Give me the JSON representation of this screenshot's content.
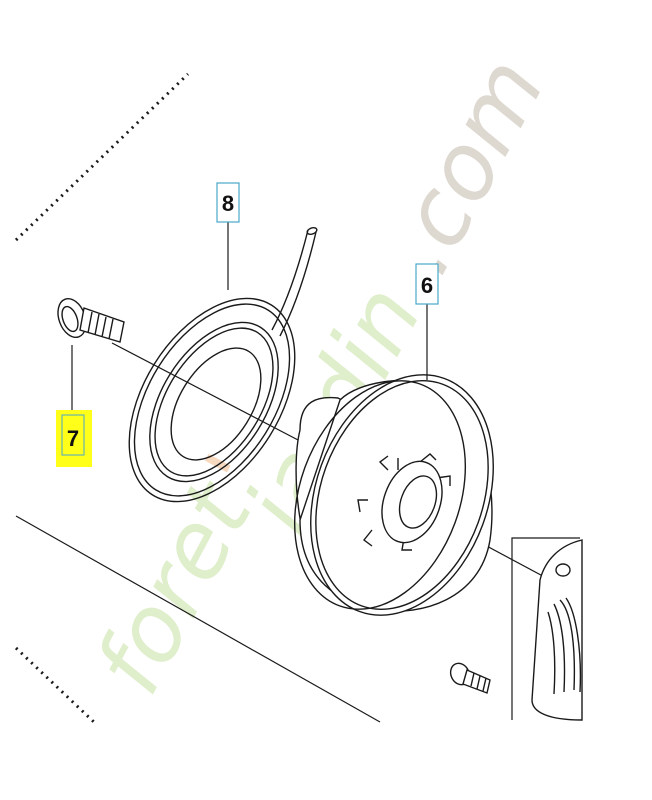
{
  "callouts": {
    "part_8": "8",
    "part_6": "6",
    "part_7": "7"
  },
  "watermark": {
    "green_part": "foret",
    "apostrophe": "'",
    "green_part_2": "jardin",
    "grey_part": ".com",
    "green_color": "#dfeecb",
    "orange_color": "#f6d9bf",
    "grey_color": "#ddd8d0"
  },
  "colors": {
    "line": "#1a1a1a",
    "callout_box_stroke": "#4aa6c9",
    "highlight_fill": "#ffff1a"
  }
}
